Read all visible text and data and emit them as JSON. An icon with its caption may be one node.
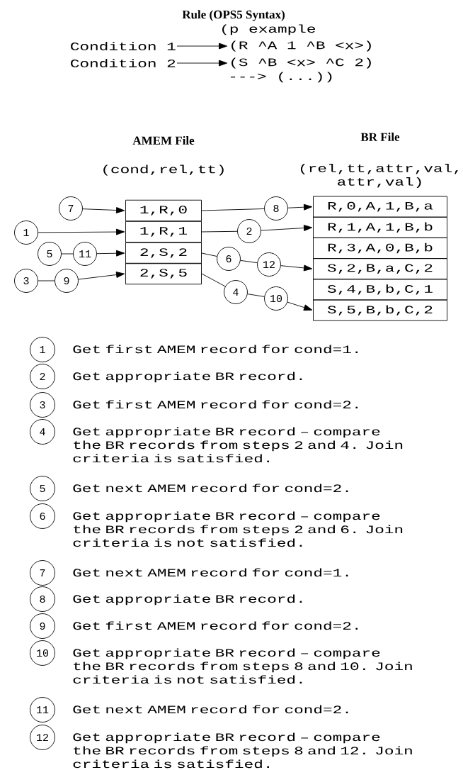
{
  "diagram": {
    "title": "Rule (OPS5 Syntax)",
    "nodes": [
      {
        "text": [
          "Condition 1"
        ]
      },
      {
        "text": [
          "Condition 2"
        ]
      },
      {
        "text": [
          "(R ^A 1 ^B <x>)"
        ]
      },
      {
        "text": [
          "(S ^B <x> ^C 2)"
        ]
      },
      {
        "text": [
          "1,R,0"
        ]
      },
      {
        "text": [
          "1,R,1"
        ]
      },
      {
        "text": [
          "2,S,2"
        ]
      },
      {
        "text": [
          "2,S,5"
        ]
      },
      {
        "text": [
          "R,0,A,1,B,a"
        ]
      },
      {
        "text": [
          "R,1,A,1,B,b"
        ]
      },
      {
        "text": [
          "R,3,A,0,B,b"
        ]
      },
      {
        "text": [
          "S,2,B,a,C,2"
        ]
      },
      {
        "text": [
          "S,4,B,b,C,1"
        ]
      },
      {
        "text": [
          "S,5,B,b,C,2"
        ]
      },
      {
        "text": [
          "7"
        ]
      },
      {
        "text": [
          "1"
        ]
      },
      {
        "text": [
          "5"
        ]
      },
      {
        "text": [
          "11"
        ]
      },
      {
        "text": [
          "3"
        ]
      },
      {
        "text": [
          "9"
        ]
      },
      {
        "text": [
          "8"
        ]
      },
      {
        "text": [
          "2"
        ]
      },
      {
        "text": [
          "6"
        ]
      },
      {
        "text": [
          "12"
        ]
      },
      {
        "text": [
          "4"
        ]
      },
      {
        "text": [
          "10"
        ]
      },
      {
        "text": [
          "1"
        ],
        "beside": [
          "Get first AMEM record for cond=1."
        ]
      },
      {
        "text": [
          "2"
        ],
        "beside": [
          "Get appropriate BR record."
        ]
      },
      {
        "text": [
          "3"
        ],
        "beside": [
          "Get first AMEM record for cond=2."
        ]
      },
      {
        "text": [
          "4"
        ],
        "beside": [
          "Get appropriate BR record – compare the BR records from steps 2 and 4. Join criteria is satisfied."
        ]
      },
      {
        "text": [
          "5"
        ],
        "beside": [
          "Get next AMEM record for cond=2."
        ]
      },
      {
        "text": [
          "6"
        ],
        "beside": [
          "Get appropriate BR record – compare the BR records from steps 2 and 6. Join criteria is not satisfied."
        ]
      },
      {
        "text": [
          "7"
        ],
        "beside": [
          "Get next AMEM record for cond=1."
        ]
      },
      {
        "text": [
          "8"
        ],
        "beside": [
          "Get appropriate BR record."
        ]
      },
      {
        "text": [
          "9"
        ],
        "beside": [
          "Get first AMEM record for cond=2."
        ]
      },
      {
        "text": [
          "10"
        ],
        "beside": [
          "Get appropriate BR record – compare the BR records from steps 8 and 10. Join criteria is not satisfied."
        ]
      },
      {
        "text": [
          "11"
        ],
        "beside": [
          "Get next AMEM record for cond=2."
        ]
      },
      {
        "text": [
          "12"
        ],
        "beside": [
          "Get appropriate BR record – compare the BR records from steps 8 and 12. Join criteria is satisfied."
        ]
      }
    ],
    "edges": [
      {
        "from": 0,
        "to": 2,
        "arrow": "to"
      },
      {
        "from": 1,
        "to": 3,
        "arrow": "to"
      },
      {
        "from": 14,
        "to": 4,
        "arrow": "to"
      },
      {
        "from": 15,
        "to": 5,
        "arrow": "to"
      },
      {
        "from": 16,
        "to": 17,
        "arrow": "none"
      },
      {
        "from": 17,
        "to": 6,
        "arrow": "to"
      },
      {
        "from": 18,
        "to": 19,
        "arrow": "none"
      },
      {
        "from": 19,
        "to": 7,
        "arrow": "to"
      },
      {
        "from": 4,
        "to": 20,
        "arrow": "none"
      },
      {
        "from": 20,
        "to": 8,
        "arrow": "to"
      },
      {
        "from": 5,
        "to": 21,
        "arrow": "none"
      },
      {
        "from": 21,
        "to": 9,
        "arrow": "to"
      },
      {
        "from": 6,
        "to": 22,
        "arrow": "none"
      },
      {
        "from": 22,
        "to": 23,
        "arrow": "none"
      },
      {
        "from": 23,
        "to": 11,
        "arrow": "to"
      },
      {
        "from": 7,
        "to": 24,
        "arrow": "none"
      },
      {
        "from": 24,
        "to": 25,
        "arrow": "none"
      },
      {
        "from": 25,
        "to": 13,
        "arrow": "to"
      }
    ],
    "labels": [
      "(p example",
      "---> (...))",
      "AMEM File",
      "(cond,rel,tt)",
      "BR File",
      "(rel,tt,attr,val, attr,val)"
    ]
  }
}
